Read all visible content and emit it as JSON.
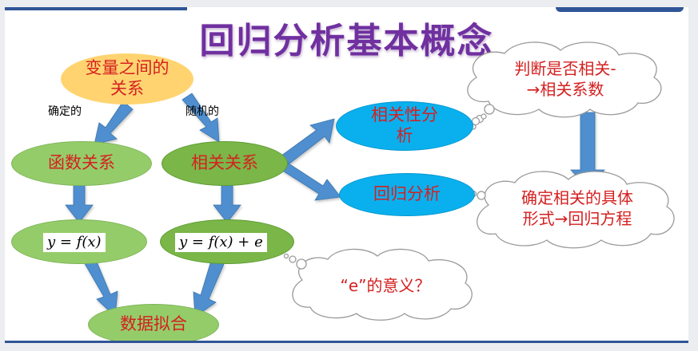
{
  "title": "回归分析基本概念",
  "nodes": {
    "variables": "变量之间的\n关系",
    "functional": "函数关系",
    "correlation": "相关关系",
    "formula_functional": "y = f(x)",
    "formula_correlation": "y = f(x) + e",
    "data_fitting": "数据拟合",
    "correlation_analysis": "相关性分\n析",
    "regression_analysis": "回归分析"
  },
  "edge_labels": {
    "deterministic": "确定的",
    "random": "随机的"
  },
  "clouds": {
    "judge": "判断是否相关-\n→相关系数",
    "determine": "确定相关的具体\n形式→回归方程",
    "meaning_e": "“e”的意义？"
  },
  "colors": {
    "title": "#7030a0",
    "arrow": "#4f8fcf",
    "text_red": "#d42020",
    "oval_orange": "#ffd470",
    "oval_green": "#95cc6a",
    "oval_blue": "#0ab0ee"
  }
}
